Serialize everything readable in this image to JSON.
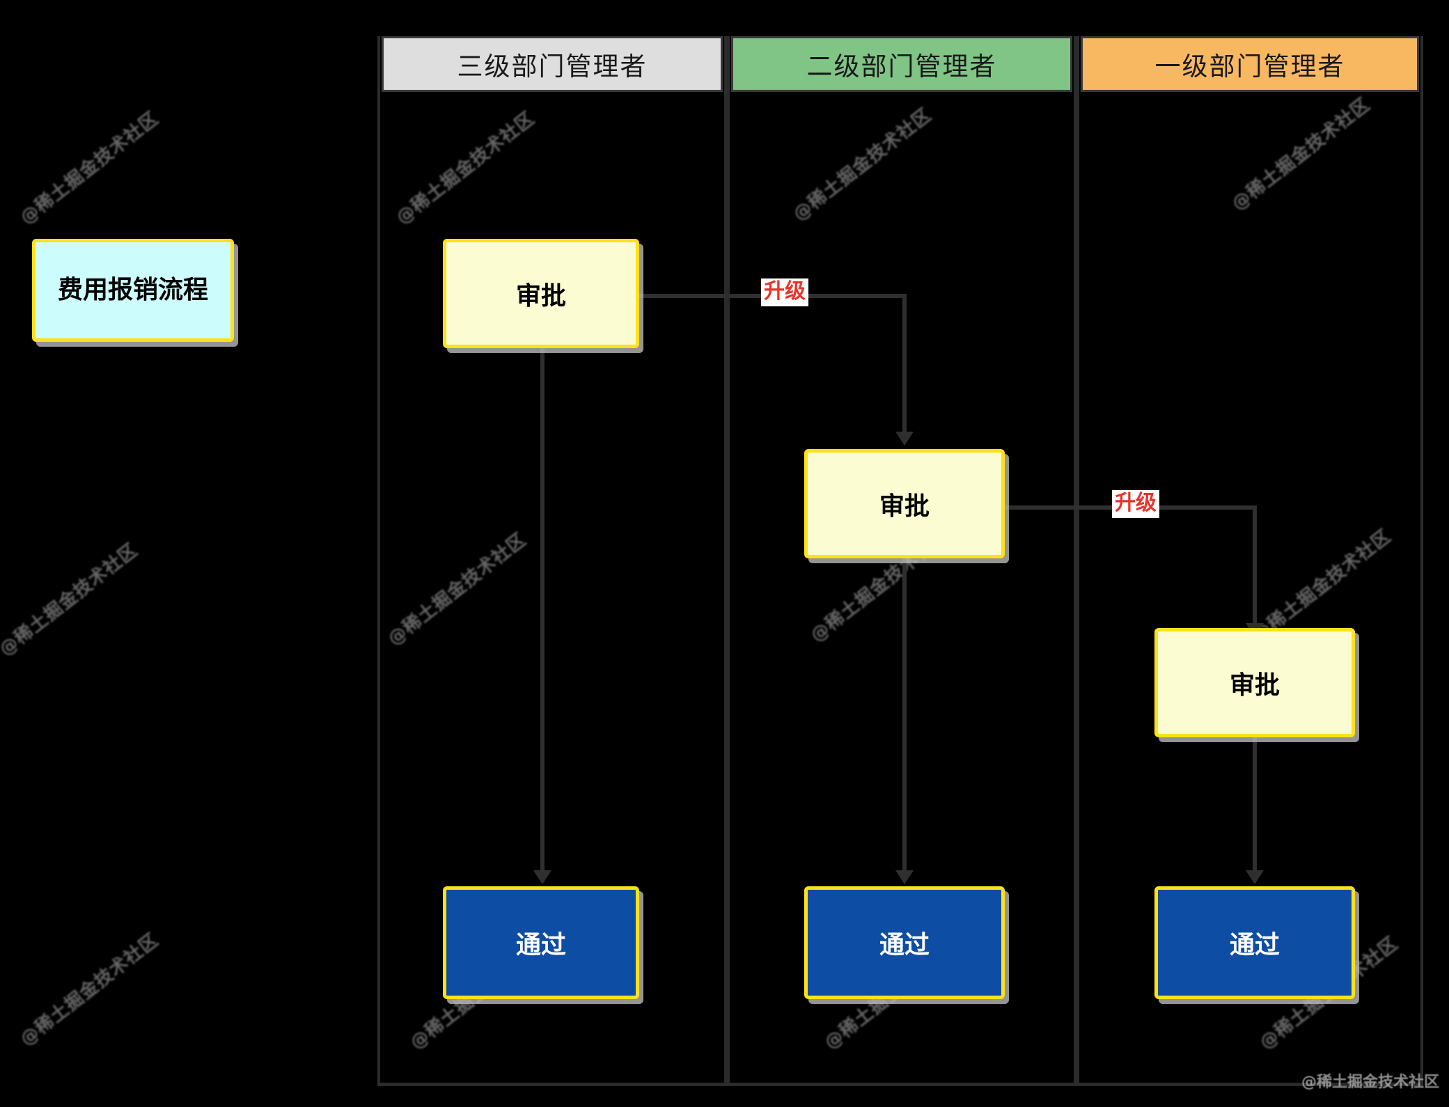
{
  "diagram": {
    "title_node": {
      "label": "费用报销流程"
    },
    "watermark_corner": "@稀土掘金技术社区",
    "watermark_tile": "@稀土掘金技术社区",
    "colors": {
      "background": "#000000",
      "lane_border": "#2b2b2b",
      "node_border": "#ffe11a",
      "start_fill": "#ccfcfc",
      "task_fill": "#fcfcd2",
      "end_fill": "#0e4da4",
      "label_text": "#e8342a",
      "lane1_header": "#dedede",
      "lane2_header": "#80c586",
      "lane3_header": "#f8b862"
    },
    "lanes": [
      {
        "id": "lane-level-3",
        "header": "三级部门管理者",
        "header_color": "#dedede",
        "task": "审批",
        "end": "通过"
      },
      {
        "id": "lane-level-2",
        "header": "二级部门管理者",
        "header_color": "#80c586",
        "task": "审批",
        "end": "通过"
      },
      {
        "id": "lane-level-1",
        "header": "一级部门管理者",
        "header_color": "#f8b862",
        "task": "审批",
        "end": "通过"
      }
    ],
    "edge_labels": [
      {
        "id": "escalate-1",
        "text": "升级"
      },
      {
        "id": "escalate-2",
        "text": "升级"
      }
    ]
  }
}
